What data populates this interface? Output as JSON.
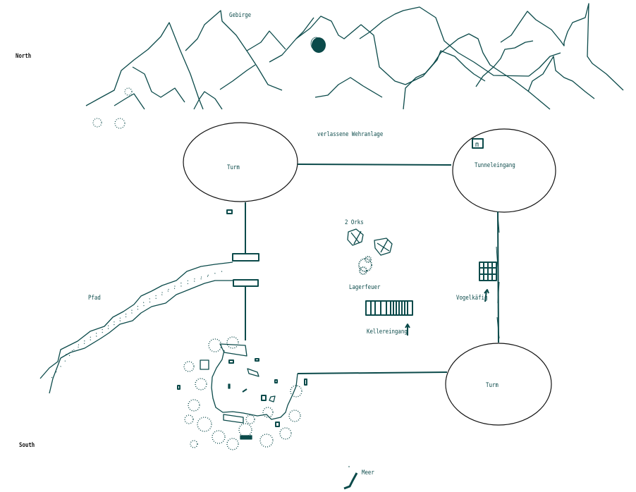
{
  "map": {
    "title": "verlassene Wehranlage",
    "ink_color": "#0b4a4a",
    "compass": {
      "north": "North",
      "south": "South"
    },
    "labels": {
      "mountains": "Gebirge",
      "fortress": "verlassene Wehranlage",
      "tower_nw": "Turm",
      "tower_ne": "Tunneleingang",
      "tower_se": "Turm",
      "orcs": "2 Orks",
      "campfire": "Lagerfeuer",
      "cellar": "Kellereingang",
      "birdcage": "Vogelkäfig",
      "path": "Pfad",
      "sea": "Meer"
    }
  }
}
